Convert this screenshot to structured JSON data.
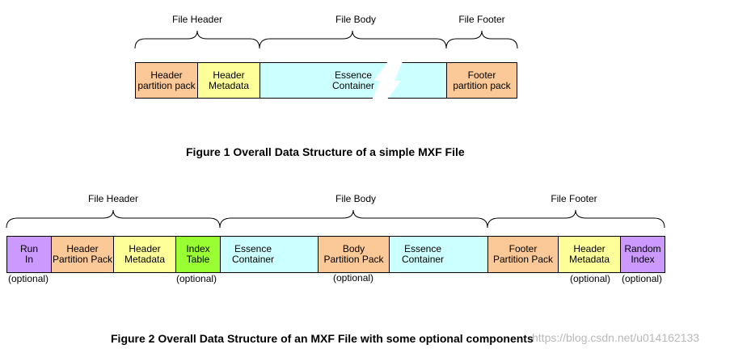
{
  "figure1": {
    "sections": [
      "File Header",
      "File Body",
      "File Footer"
    ],
    "boxes": [
      {
        "text": "Header\npartition pack",
        "color": "#fbc898"
      },
      {
        "text": "Header\nMetadata",
        "color": "#ffff9a"
      },
      {
        "text": "Essence\nContainer",
        "color": "#ccffff"
      },
      {
        "text": "Footer\npartition pack",
        "color": "#fbc898"
      }
    ],
    "caption": "Figure 1 Overall Data Structure of a simple MXF File"
  },
  "figure2": {
    "sections": [
      "File Header",
      "File Body",
      "File Footer"
    ],
    "boxes": [
      {
        "text": "Run\nIn",
        "color": "#cc99ff"
      },
      {
        "text": "Header\nPartition Pack",
        "color": "#fbc898"
      },
      {
        "text": "Header\nMetadata",
        "color": "#ffff9a"
      },
      {
        "text": "Index\nTable",
        "color": "#99ff33"
      },
      {
        "text": "Essence\nContainer",
        "color": "#ccffff"
      },
      {
        "text": "Body\nPartition Pack",
        "color": "#fbc898"
      },
      {
        "text": "Essence\nContainer",
        "color": "#ccffff"
      },
      {
        "text": "Footer\nPartition Pack",
        "color": "#fbc898"
      },
      {
        "text": "Header\nMetadata",
        "color": "#ffff9a"
      },
      {
        "text": "Random\nIndex",
        "color": "#cc99ff"
      }
    ],
    "optional_label": "(optional)",
    "caption": "Figure 2 Overall Data Structure of an MXF File with some optional components"
  },
  "watermark": "https://blog.csdn.net/u014162133"
}
